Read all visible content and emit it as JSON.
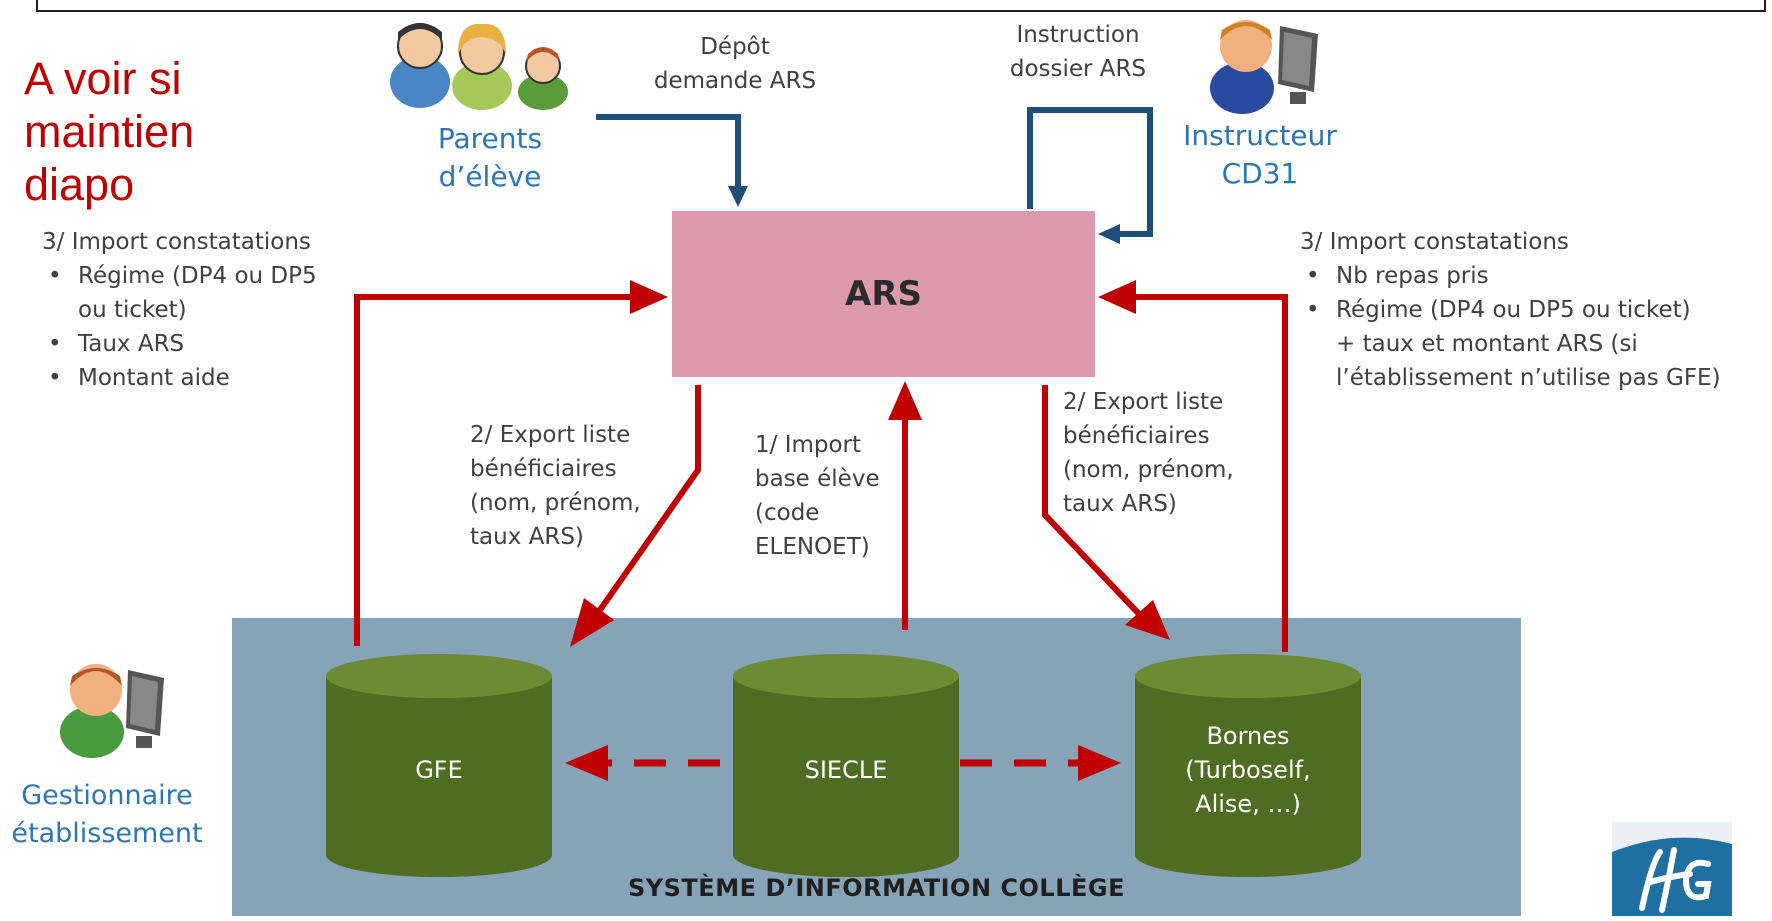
{
  "note": {
    "lines": [
      "A voir si",
      "maintien",
      "diapo"
    ]
  },
  "actors": {
    "parents": {
      "line1": "Parents",
      "line2": "d’élève"
    },
    "instructeur": {
      "line1": "Instructeur",
      "line2": "CD31"
    },
    "gestionnaire": {
      "line1": "Gestionnaire",
      "line2": "établissement"
    }
  },
  "flows": {
    "depot": {
      "line1": "Dépôt",
      "line2": "demande ARS"
    },
    "instruction": {
      "line1": "Instruction",
      "line2": "dossier ARS"
    },
    "import_base": {
      "lines": [
        "1/ Import",
        "base élève",
        "(code",
        "ELENOET)"
      ]
    },
    "export_left": {
      "lines": [
        "2/ Export liste",
        "bénéficiaires",
        "(nom, prénom,",
        "taux ARS)"
      ]
    },
    "export_right": {
      "lines": [
        "2/ Export liste",
        "bénéficiaires",
        "(nom, prénom,",
        "taux ARS)"
      ]
    },
    "import_left": {
      "title": "3/ Import constatations",
      "items": [
        {
          "line1": "Régime (DP4 ou DP5",
          "line2": "ou ticket)"
        },
        {
          "line1": "Taux ARS",
          "line2": ""
        },
        {
          "line1": "Montant aide",
          "line2": ""
        }
      ]
    },
    "import_right": {
      "title": "3/ Import constatations",
      "items": [
        {
          "line1": "Nb repas pris",
          "line2": "",
          "line3": ""
        },
        {
          "line1": "Régime (DP4 ou DP5 ou ticket)",
          "line2": "+ taux et montant ARS (si",
          "line3": "l’établissement n’utilise pas GFE)"
        }
      ]
    }
  },
  "nodes": {
    "ars": "ARS",
    "gfe": "GFE",
    "siecle": "SIECLE",
    "bornes": {
      "line1": "Bornes",
      "line2": "(Turboself,",
      "line3": "Alise, …)"
    },
    "system_title": "SYSTÈME D’INFORMATION COLLÈGE"
  },
  "colors": {
    "red_arrow": "#c00000",
    "blue_arrow": "#1f4e79",
    "ars_fill": "#dd99ad",
    "system_fill": "#87a3b8",
    "db_fill": "#4f6d22",
    "db_top": "#6b8c35",
    "note_text": "#c00000",
    "role_text": "#2e75b6"
  }
}
